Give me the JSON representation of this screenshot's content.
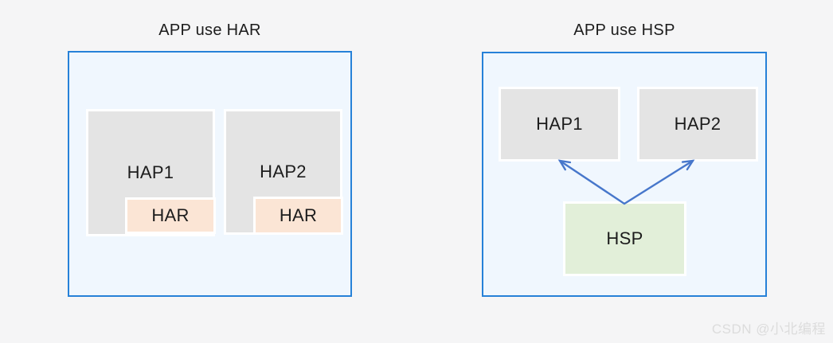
{
  "diagram": {
    "left": {
      "title": "APP use HAR",
      "nodes": {
        "hap1": "HAP1",
        "hap2": "HAP2",
        "har1": "HAR",
        "har2": "HAR"
      }
    },
    "right": {
      "title": "APP use HSP",
      "nodes": {
        "hap1": "HAP1",
        "hap2": "HAP2",
        "hsp": "HSP"
      },
      "edges": [
        {
          "from": "hsp",
          "to": "hap1"
        },
        {
          "from": "hsp",
          "to": "hap2"
        }
      ]
    }
  },
  "watermark": "CSDN @小北编程",
  "colors": {
    "background": "#f5f5f6",
    "text": "#1c1c1c",
    "panel_border": "#2681d8",
    "panel_fill": "#f0f7fe",
    "hap_fill": "#e4e4e4",
    "har_fill": "#fbe5d5",
    "hsp_fill": "#e2efd9",
    "arrow": "#4777cb",
    "watermark": "#dcdcdc"
  }
}
